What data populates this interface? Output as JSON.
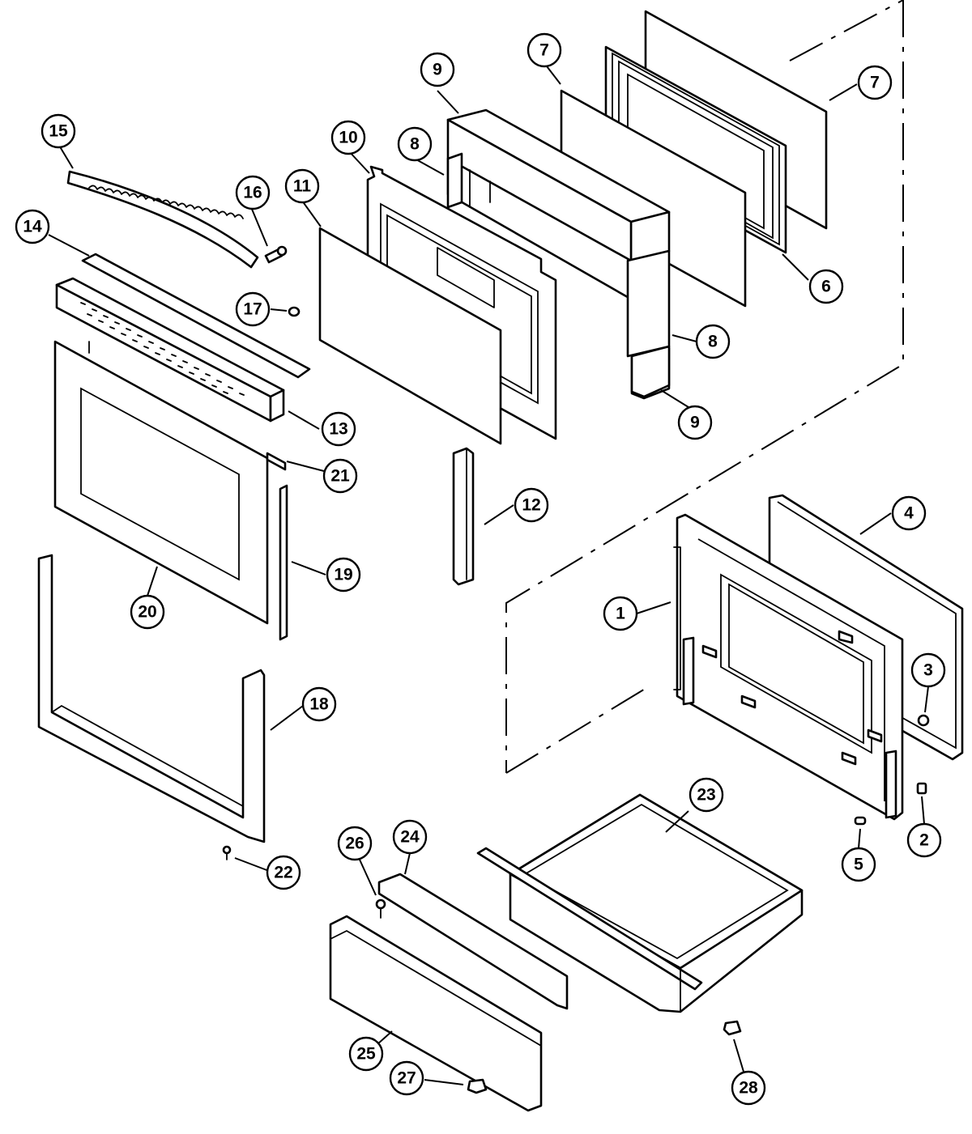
{
  "callouts": [
    {
      "id": "c1",
      "label": "1"
    },
    {
      "id": "c2",
      "label": "2"
    },
    {
      "id": "c3",
      "label": "3"
    },
    {
      "id": "c4",
      "label": "4"
    },
    {
      "id": "c5",
      "label": "5"
    },
    {
      "id": "c6",
      "label": "6"
    },
    {
      "id": "c7a",
      "label": "7"
    },
    {
      "id": "c7b",
      "label": "7"
    },
    {
      "id": "c8a",
      "label": "8"
    },
    {
      "id": "c8b",
      "label": "8"
    },
    {
      "id": "c9a",
      "label": "9"
    },
    {
      "id": "c9b",
      "label": "9"
    },
    {
      "id": "c10",
      "label": "10"
    },
    {
      "id": "c11",
      "label": "11"
    },
    {
      "id": "c12",
      "label": "12"
    },
    {
      "id": "c13",
      "label": "13"
    },
    {
      "id": "c14",
      "label": "14"
    },
    {
      "id": "c15",
      "label": "15"
    },
    {
      "id": "c16",
      "label": "16"
    },
    {
      "id": "c17",
      "label": "17"
    },
    {
      "id": "c18",
      "label": "18"
    },
    {
      "id": "c19",
      "label": "19"
    },
    {
      "id": "c20",
      "label": "20"
    },
    {
      "id": "c21",
      "label": "21"
    },
    {
      "id": "c22",
      "label": "22"
    },
    {
      "id": "c23",
      "label": "23"
    },
    {
      "id": "c24",
      "label": "24"
    },
    {
      "id": "c25",
      "label": "25"
    },
    {
      "id": "c26",
      "label": "26"
    },
    {
      "id": "c27",
      "label": "27"
    },
    {
      "id": "c28",
      "label": "28"
    }
  ]
}
